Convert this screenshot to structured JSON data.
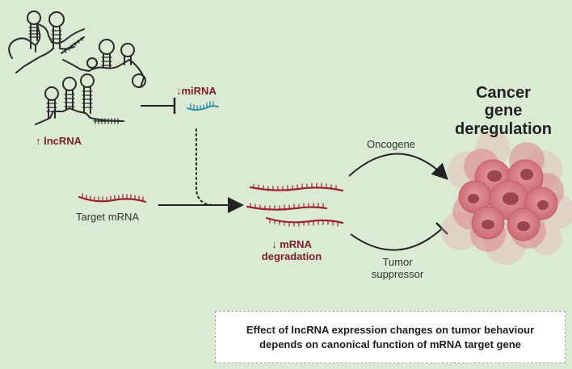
{
  "labels": {
    "lncrna": "↑ lncRNA",
    "mirna": "↓miRNA",
    "target_mrna": "Target mRNA",
    "mrna_degradation_line1": "↓ mRNA",
    "mrna_degradation_line2": "degradation",
    "oncogene": "Oncogene",
    "tumor_suppressor_line1": "Tumor",
    "tumor_suppressor_line2": "suppressor",
    "cancer_line1": "Cancer",
    "cancer_line2": "gene",
    "cancer_line3": "deregulation"
  },
  "note": {
    "line1": "Effect of lncRNA expression changes on tumor behaviour",
    "line2": "depends on canonical function of mRNA target gene"
  },
  "colors": {
    "background": "#dbebd3",
    "rna_strand": "#2b2b2b",
    "mirna": "#2d8fb0",
    "mrna": "#9b2330",
    "label_red": "#7a1f26",
    "cell_pink": "#d77f86",
    "nucleus": "#8e3a42"
  }
}
